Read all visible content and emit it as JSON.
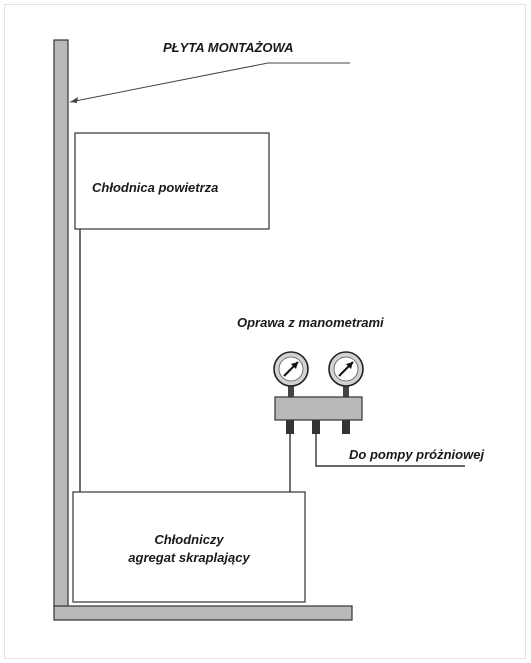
{
  "diagram": {
    "mounting_plate_label": "PŁYTA MONTAŻOWA",
    "air_cooler_label": "Chłodnica powietrza",
    "gauge_manifold_label": "Oprawa z manometrami",
    "vacuum_pump_label": "Do pompy próżniowej",
    "condensing_unit_label_line1": "Chłodniczy",
    "condensing_unit_label_line2": "agregat skraplający"
  }
}
